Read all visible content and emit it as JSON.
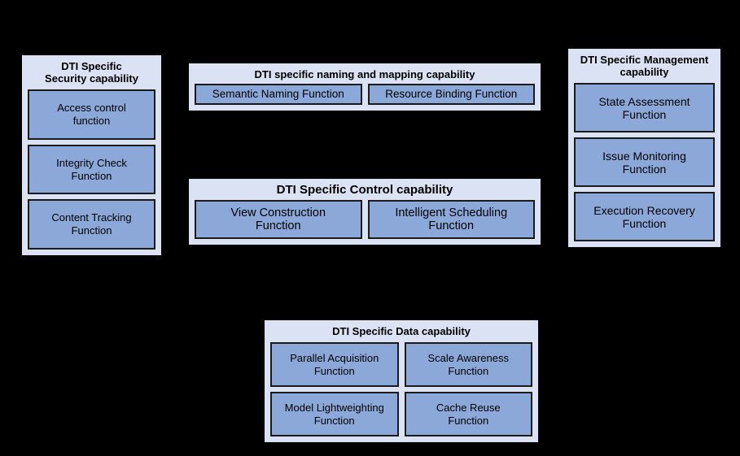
{
  "diagram": {
    "background_color": "#000000",
    "capability_fill": "#dbe2f3",
    "function_fill": "#8ca8d8",
    "border_color": "#000000",
    "capabilities": [
      {
        "id": "security",
        "title": "DTI Specific\nSecurity capability",
        "rows": [
          {
            "functions": [
              {
                "label": "Access control\nfunction"
              }
            ]
          },
          {
            "functions": [
              {
                "label": "Integrity Check\nFunction"
              }
            ]
          },
          {
            "functions": [
              {
                "label": "Content Tracking\nFunction"
              }
            ]
          }
        ]
      },
      {
        "id": "naming",
        "title": "DTI specific naming and mapping capability",
        "rows": [
          {
            "functions": [
              {
                "label": "Semantic Naming Function"
              },
              {
                "label": "Resource Binding Function"
              }
            ]
          }
        ]
      },
      {
        "id": "control",
        "title": "DTI Specific Control capability",
        "rows": [
          {
            "functions": [
              {
                "label": "View Construction\nFunction"
              },
              {
                "label": "Intelligent Scheduling\nFunction"
              }
            ]
          }
        ]
      },
      {
        "id": "management",
        "title": "DTI Specific Management\ncapability",
        "rows": [
          {
            "functions": [
              {
                "label": "State Assessment\nFunction"
              }
            ]
          },
          {
            "functions": [
              {
                "label": "Issue Monitoring\nFunction"
              }
            ]
          },
          {
            "functions": [
              {
                "label": "Execution Recovery\nFunction"
              }
            ]
          }
        ]
      },
      {
        "id": "data",
        "title": "DTI Specific Data capability",
        "rows": [
          {
            "functions": [
              {
                "label": "Parallel Acquisition\nFunction"
              },
              {
                "label": "Scale Awareness\nFunction"
              }
            ]
          },
          {
            "functions": [
              {
                "label": "Model Lightweighting\nFunction"
              },
              {
                "label": "Cache Reuse\nFunction"
              }
            ]
          }
        ]
      }
    ]
  }
}
